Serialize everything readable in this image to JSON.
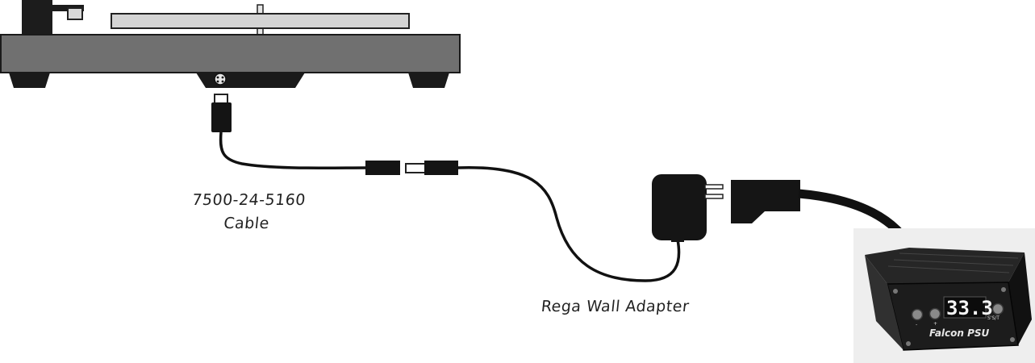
{
  "labels": {
    "cable_part_number": "7500-24-5160",
    "cable_name": "Cable",
    "wall_adapter": "Rega Wall Adapter"
  },
  "psu": {
    "display_value": "33.3",
    "brand": "Falcon PSU",
    "minus_symbol": "-",
    "plus_symbol": "+",
    "start_stop_label": "S'S/T"
  },
  "colors": {
    "plinth": "#707070",
    "cable": "#111111",
    "device_body": "#1a1a1a",
    "platter": "#d4d4d4"
  }
}
